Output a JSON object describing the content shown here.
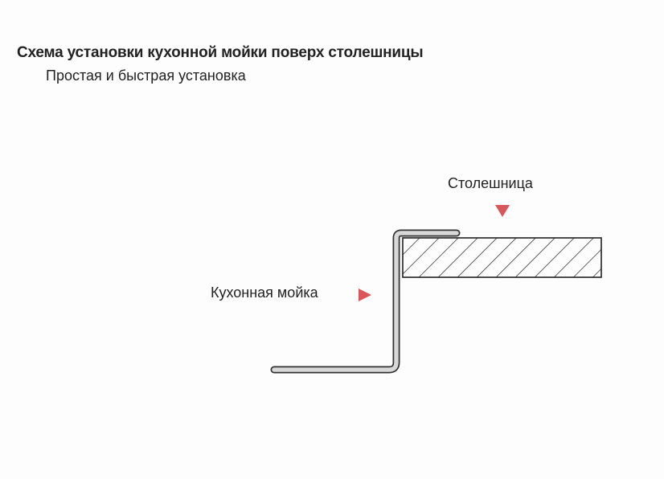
{
  "title": "Схема установки кухонной мойки поверх столешницы",
  "subtitle": "Простая и быстрая установка",
  "labels": {
    "countertop": "Столешница",
    "sink": "Кухонная мойка"
  },
  "colors": {
    "arrow": "#d9565a",
    "sink_fill": "#d8d8d8",
    "outline": "#222222"
  }
}
